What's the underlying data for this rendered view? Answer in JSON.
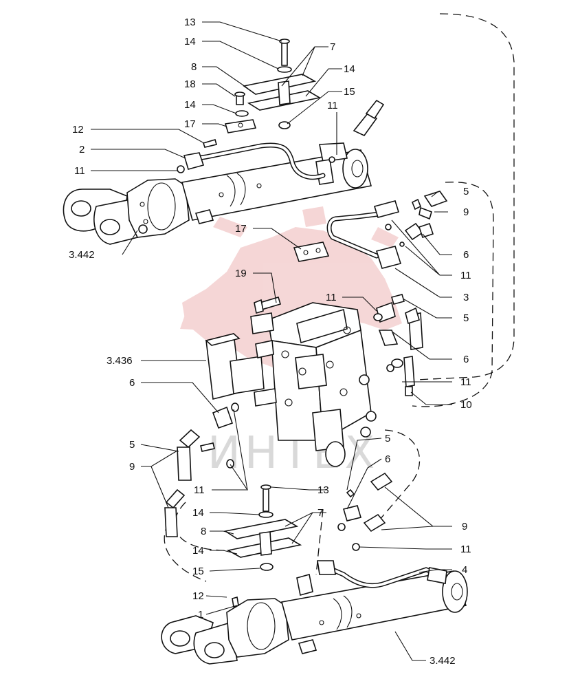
{
  "watermark": {
    "text": "ИНТЕХ",
    "color": "#e05555"
  },
  "callouts": [
    {
      "id": "c13a",
      "text": "13"
    },
    {
      "id": "c14a",
      "text": "14"
    },
    {
      "id": "c7a",
      "text": "7"
    },
    {
      "id": "c8a",
      "text": "8"
    },
    {
      "id": "c14b",
      "text": "14"
    },
    {
      "id": "c18",
      "text": "18"
    },
    {
      "id": "c15a",
      "text": "15"
    },
    {
      "id": "c14c",
      "text": "14"
    },
    {
      "id": "c11a",
      "text": "11"
    },
    {
      "id": "c17a",
      "text": "17"
    },
    {
      "id": "c12a",
      "text": "12"
    },
    {
      "id": "c2",
      "text": "2"
    },
    {
      "id": "c11b",
      "text": "11"
    },
    {
      "id": "c5a",
      "text": "5"
    },
    {
      "id": "c9a",
      "text": "9"
    },
    {
      "id": "c3442a",
      "text": "3.442"
    },
    {
      "id": "c6a",
      "text": "6"
    },
    {
      "id": "c17b",
      "text": "17"
    },
    {
      "id": "c11c",
      "text": "11"
    },
    {
      "id": "c19",
      "text": "19"
    },
    {
      "id": "c3",
      "text": "3"
    },
    {
      "id": "c11d",
      "text": "11"
    },
    {
      "id": "c5b",
      "text": "5"
    },
    {
      "id": "c6b",
      "text": "6"
    },
    {
      "id": "c3436",
      "text": "3.436"
    },
    {
      "id": "c11e",
      "text": "11"
    },
    {
      "id": "c6c",
      "text": "6"
    },
    {
      "id": "c10",
      "text": "10"
    },
    {
      "id": "c5c",
      "text": "5"
    },
    {
      "id": "c5d",
      "text": "5"
    },
    {
      "id": "c6d",
      "text": "6"
    },
    {
      "id": "c9b",
      "text": "9"
    },
    {
      "id": "c11f",
      "text": "11"
    },
    {
      "id": "c13b",
      "text": "13"
    },
    {
      "id": "c14d",
      "text": "14"
    },
    {
      "id": "c7b",
      "text": "7"
    },
    {
      "id": "c9c",
      "text": "9"
    },
    {
      "id": "c8b",
      "text": "8"
    },
    {
      "id": "c14e",
      "text": "14"
    },
    {
      "id": "c11g",
      "text": "11"
    },
    {
      "id": "c15b",
      "text": "15"
    },
    {
      "id": "c4",
      "text": "4"
    },
    {
      "id": "c12b",
      "text": "12"
    },
    {
      "id": "c1",
      "text": "1"
    },
    {
      "id": "c3442b",
      "text": "3.442"
    }
  ]
}
